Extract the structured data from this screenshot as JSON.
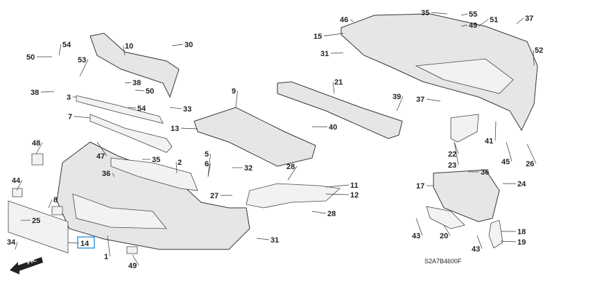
{
  "diagram": {
    "code": "S2A7B4600F",
    "front_marker": "FR.",
    "highlighted_label": "14",
    "highlight_color": "#3a9ad9",
    "callouts": [
      "46",
      "35",
      "55",
      "51",
      "37",
      "15",
      "49",
      "52",
      "31",
      "54",
      "10",
      "30",
      "50",
      "53",
      "38",
      "38",
      "50",
      "3",
      "54",
      "33",
      "9",
      "21",
      "39",
      "37",
      "7",
      "13",
      "40",
      "41",
      "48",
      "47",
      "35",
      "2",
      "5",
      "6",
      "32",
      "36",
      "22",
      "23",
      "45",
      "26",
      "36",
      "28",
      "11",
      "12",
      "27",
      "17",
      "24",
      "44",
      "8",
      "25",
      "28",
      "34",
      "14",
      "1",
      "31",
      "43",
      "20",
      "43",
      "18",
      "19",
      "49"
    ]
  }
}
